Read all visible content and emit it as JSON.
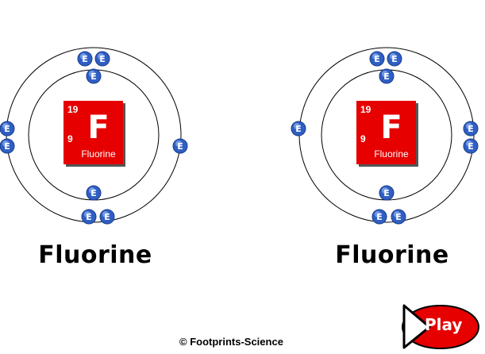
{
  "atoms": [
    {
      "name": "Fluorine",
      "symbol": "F",
      "mass_number": "19",
      "atomic_number": "9",
      "element_label": "Fluorine",
      "electron_label": "E",
      "electron_shells": [
        2,
        7
      ]
    },
    {
      "name": "Fluorine",
      "symbol": "F",
      "mass_number": "19",
      "atomic_number": "9",
      "element_label": "Fluorine",
      "electron_label": "E",
      "electron_shells": [
        2,
        7
      ]
    }
  ],
  "copyright": "© Footprints-Science",
  "play_button": {
    "label": "Play"
  },
  "colors": {
    "element_tile": "#e60000",
    "electron": "#2f5fc4",
    "orbit": "#000000",
    "play_button": "#e60000"
  }
}
